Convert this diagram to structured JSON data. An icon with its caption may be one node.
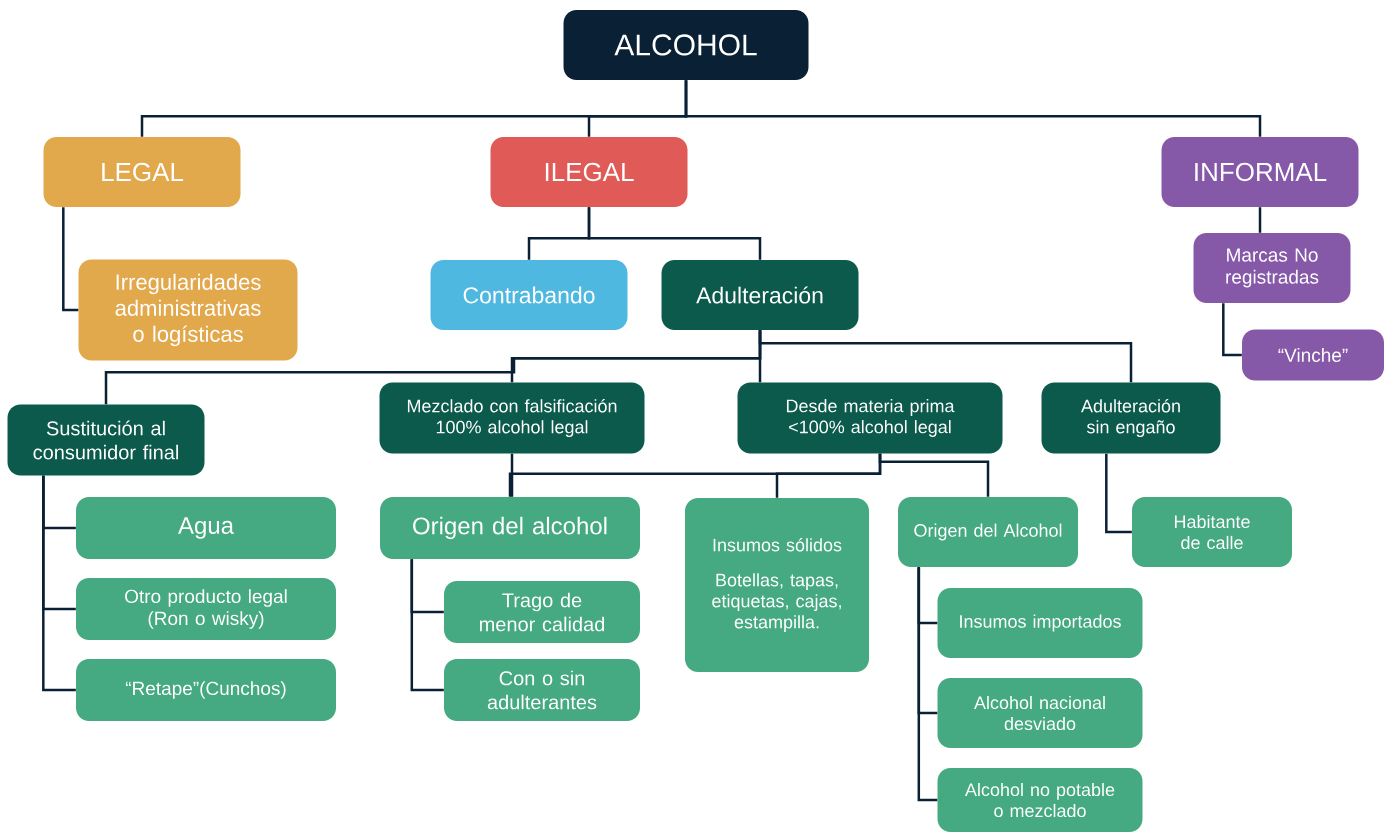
{
  "diagram": {
    "nodes": [
      {
        "text": [
          "ALCOHOL"
        ]
      },
      {
        "text": [
          "LEGAL"
        ]
      },
      {
        "text": [
          "ILEGAL"
        ]
      },
      {
        "text": [
          "INFORMAL"
        ]
      },
      {
        "text": [
          "Irregularidades administrativas o logísticas"
        ]
      },
      {
        "text": [
          "Contrabando"
        ]
      },
      {
        "text": [
          "Adulteración"
        ]
      },
      {
        "text": [
          "Marcas No registradas"
        ]
      },
      {
        "text": [
          "“Vinche”"
        ]
      },
      {
        "text": [
          "Sustitución al consumidor final"
        ]
      },
      {
        "text": [
          "Mezclado con falsificación 100% alcohol legal"
        ]
      },
      {
        "text": [
          "Desde materia prima <100% alcohol legal"
        ]
      },
      {
        "text": [
          "Adulteración sin engaño"
        ]
      },
      {
        "text": [
          "Agua"
        ]
      },
      {
        "text": [
          "Otro producto legal (Ron o wisky)"
        ]
      },
      {
        "text": [
          "“Retape”(Cunchos)"
        ]
      },
      {
        "text": [
          "Origen del alcohol"
        ]
      },
      {
        "text": [
          "Trago de menor calidad"
        ]
      },
      {
        "text": [
          "Con o sin adulterantes"
        ]
      },
      {
        "text": [
          "Insumos sólidos",
          "Botellas, tapas, etiquetas, cajas, estampilla."
        ]
      },
      {
        "text": [
          "Origen del Alcohol"
        ]
      },
      {
        "text": [
          "Habitante de calle"
        ]
      },
      {
        "text": [
          "Insumos importados"
        ]
      },
      {
        "text": [
          "Alcohol nacional desviado"
        ]
      },
      {
        "text": [
          "Alcohol no potable o mezclado"
        ]
      }
    ],
    "edges": [
      {
        "from": 0,
        "to": 1,
        "arrow": "none"
      },
      {
        "from": 0,
        "to": 2,
        "arrow": "none"
      },
      {
        "from": 0,
        "to": 3,
        "arrow": "none"
      },
      {
        "from": 1,
        "to": 4,
        "arrow": "none"
      },
      {
        "from": 2,
        "to": 5,
        "arrow": "none"
      },
      {
        "from": 2,
        "to": 6,
        "arrow": "none"
      },
      {
        "from": 3,
        "to": 7,
        "arrow": "none"
      },
      {
        "from": 7,
        "to": 8,
        "arrow": "none"
      },
      {
        "from": 6,
        "to": 9,
        "arrow": "none"
      },
      {
        "from": 6,
        "to": 10,
        "arrow": "none"
      },
      {
        "from": 6,
        "to": 11,
        "arrow": "none"
      },
      {
        "from": 6,
        "to": 12,
        "arrow": "none"
      },
      {
        "from": 9,
        "to": 13,
        "arrow": "none"
      },
      {
        "from": 9,
        "to": 14,
        "arrow": "none"
      },
      {
        "from": 9,
        "to": 15,
        "arrow": "none"
      },
      {
        "from": 10,
        "to": 16,
        "arrow": "none"
      },
      {
        "from": 11,
        "to": 16,
        "arrow": "none"
      },
      {
        "from": 11,
        "to": 19,
        "arrow": "none"
      },
      {
        "from": 11,
        "to": 20,
        "arrow": "none"
      },
      {
        "from": 16,
        "to": 17,
        "arrow": "none"
      },
      {
        "from": 16,
        "to": 18,
        "arrow": "none"
      },
      {
        "from": 12,
        "to": 21,
        "arrow": "none"
      },
      {
        "from": 20,
        "to": 22,
        "arrow": "none"
      },
      {
        "from": 20,
        "to": 23,
        "arrow": "none"
      },
      {
        "from": 20,
        "to": 24,
        "arrow": "none"
      }
    ]
  }
}
